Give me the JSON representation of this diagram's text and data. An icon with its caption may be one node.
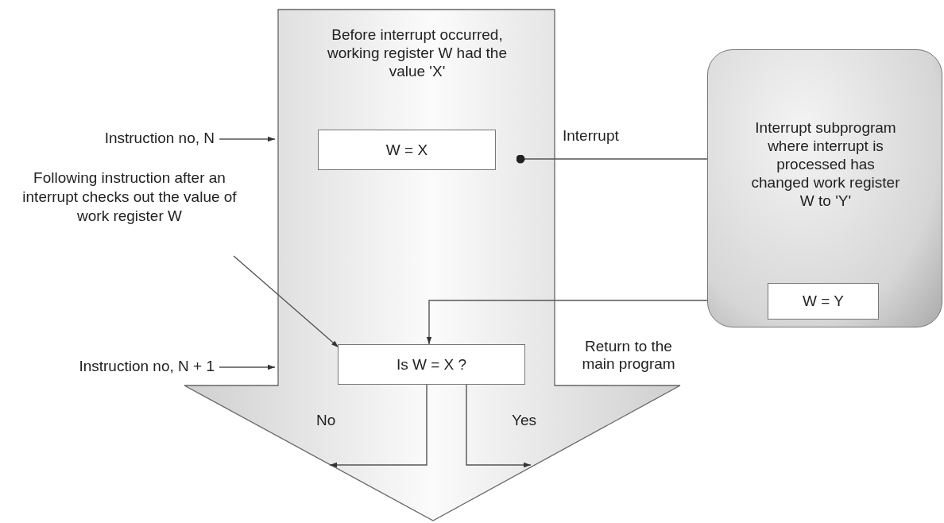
{
  "diagram": {
    "nodes": [
      {
        "text": [
          "Before interrupt occurred, working register W had the value 'X'"
        ]
      },
      {
        "text": [
          "W = X"
        ],
        "in": 0
      },
      {
        "text": [
          "Is W = X ?"
        ],
        "in": 0
      },
      {
        "text": [
          "Interrupt subprogram where interrupt is processed has changed work register W to 'Y'"
        ]
      },
      {
        "text": [
          "W  = Y"
        ],
        "in": 3
      },
      {
        "text": [
          "Following instruction after an interrupt checks out the value of work register  W"
        ]
      },
      {
        "text": [
          "Instruction no, N"
        ]
      },
      {
        "text": [
          "Instruction no, N + 1"
        ]
      }
    ],
    "edges": [
      {
        "from": 6,
        "to": 0,
        "arrow": "to"
      },
      {
        "from": 7,
        "to": 0,
        "arrow": "to"
      },
      {
        "from": 5,
        "to": 2,
        "arrow": "to"
      },
      {
        "from": null,
        "to": 3,
        "arrow": "other",
        "label": "Interrupt"
      },
      {
        "from": 3,
        "to": 2,
        "arrow": "to"
      },
      {
        "from": 2,
        "to": null,
        "arrow": "to",
        "label": "No"
      },
      {
        "from": 2,
        "to": null,
        "arrow": "to",
        "label": "Yes"
      }
    ],
    "labels": [
      "Return to the main program"
    ]
  }
}
